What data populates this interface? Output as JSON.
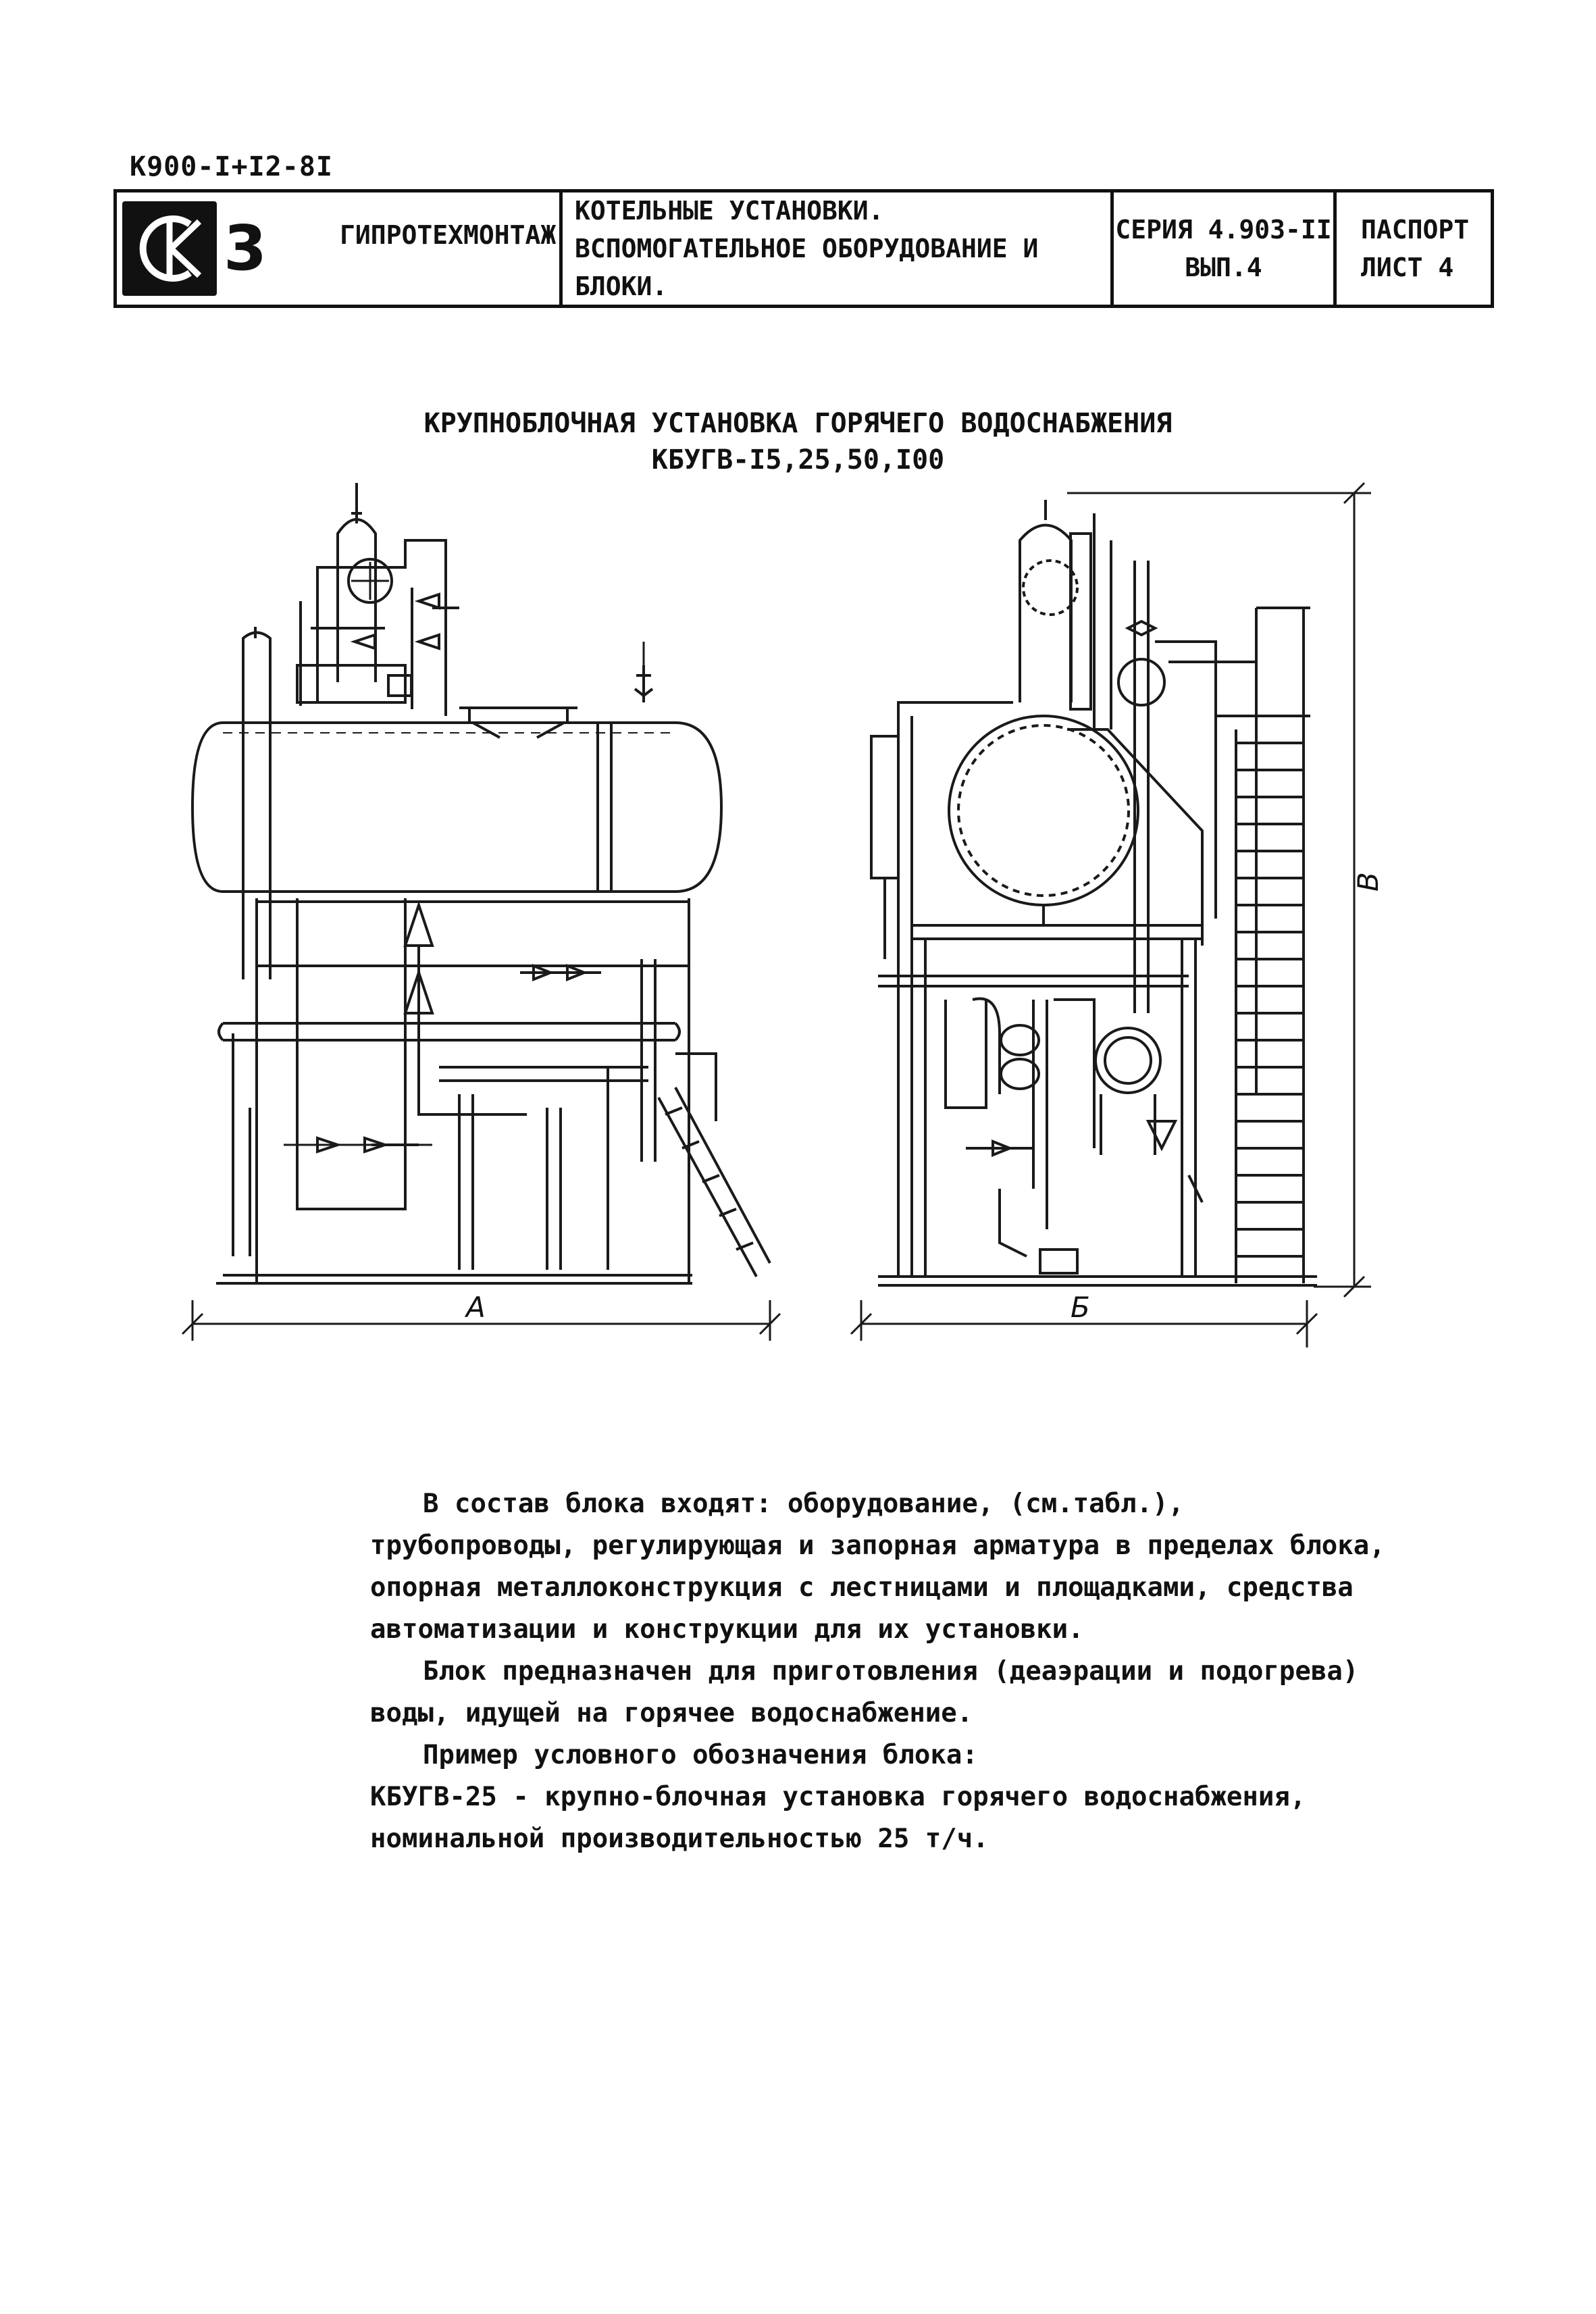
{
  "doc_code": "К900-I+I2-8I",
  "title_block": {
    "logo_letter": "3",
    "organization": "ГИПРОТЕХМОНТАЖ",
    "subject_line1": "КОТЕЛЬНЫЕ УСТАНОВКИ.",
    "subject_line2": "ВСПОМОГАТЕЛЬНОЕ ОБОРУДОВАНИЕ И БЛОКИ.",
    "series_line1": "СЕРИЯ 4.903-II",
    "series_line2": "ВЫП.4",
    "doc_type": "ПАСПОРТ",
    "sheet": "ЛИСТ 4"
  },
  "drawing_title": {
    "line1": "КРУПНОБЛОЧНАЯ УСТАНОВКА ГОРЯЧЕГО ВОДОСНАБЖЕНИЯ",
    "line2": "КБУГВ-I5,25,50,I00"
  },
  "dimensions": {
    "width_front": "А",
    "width_side": "Б",
    "height": "В"
  },
  "body": {
    "p1": "В состав блока входят: оборудование, (см.табл.), трубопроводы, регулирующая и запорная арматура в пределах блока, опорная металлоконструкция с лестницами и площадками, средства автоматизации и конструкции для их установки.",
    "p2": "Блок предназначен для приготовления (деаэрации и подогрева) воды, идущей на горячее водоснабжение.",
    "p3": "Пример условного обозначения блока:",
    "p4": "КБУГВ-25 - крупно-блочная установка горячего водоснабжения, номинальной производительностью 25 т/ч."
  }
}
